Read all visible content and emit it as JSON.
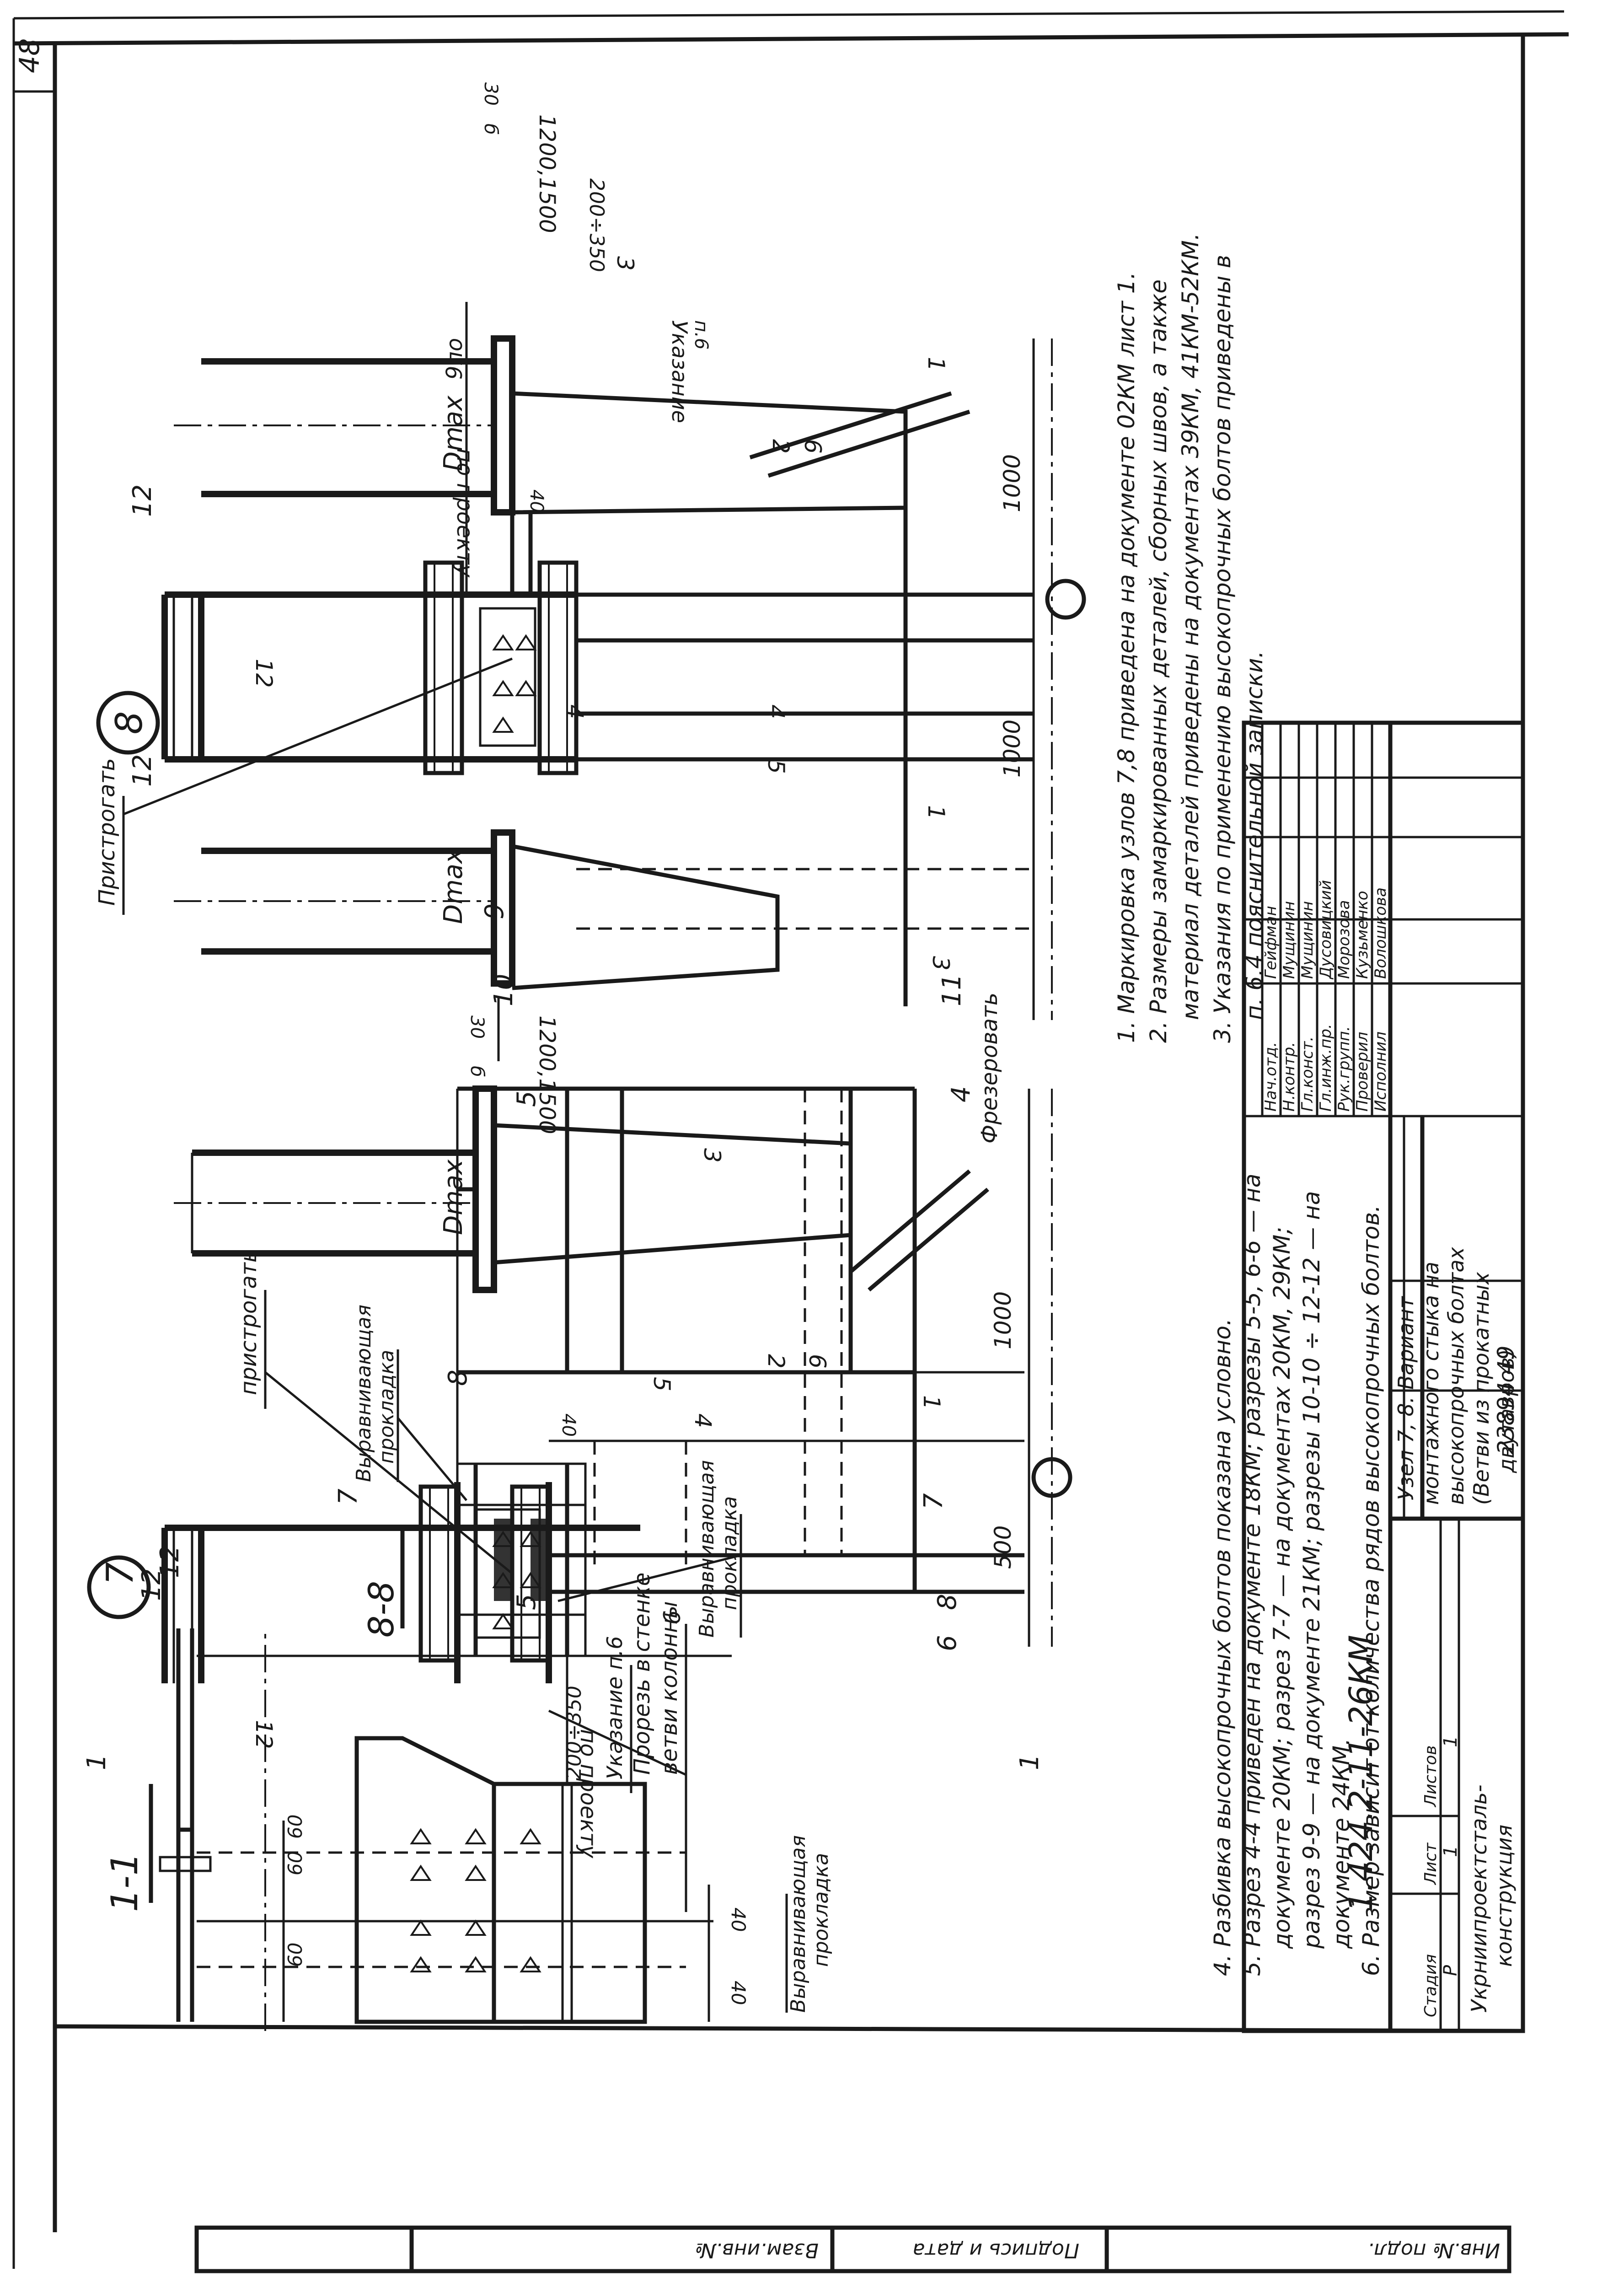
{
  "page_number": "48",
  "doc_code": "1.424.2-11-26КМ",
  "sheet_title": "Узел 7, 8. Вариант монтажного стыка на высокопрочных болтах (Ветви из прокатных двутавров)",
  "title_lines": [
    "Узел 7, 8. Вариант",
    "монтажного стыка на",
    "высокопрочных болтах",
    "(Ветви из прокатных",
    "двутавров)"
  ],
  "stage_header": "Стадия",
  "sheet_header": "Лист",
  "sheets_header": "Листов",
  "stage": "Р",
  "sheet": "1",
  "sheets": "1",
  "organization_lines": [
    "Укрниипроектсталь-",
    "конструкция"
  ],
  "archive_no": "23894  49",
  "signatures": [
    {
      "role": "Нач.отд.",
      "name": "Гейфман"
    },
    {
      "role": "Н.контр.",
      "name": "Мущинин"
    },
    {
      "role": "Гл.конст.",
      "name": "Мущинин"
    },
    {
      "role": "Гл.инж.пр.",
      "name": "Дусовицкий"
    },
    {
      "role": "Рук.групп.",
      "name": "Морозова"
    },
    {
      "role": "Проверил",
      "name": "Кузьменко"
    },
    {
      "role": "Исполнил",
      "name": "Волошкова"
    }
  ],
  "side_stamp": [
    "Инв.№ подл.",
    "Подпись и дата",
    "Взам.инв.№"
  ],
  "notes_right": [
    "1. Маркировка узлов 7,8 приведена на документе 02КМ лист 1.",
    "2. Размеры замаркированных деталей, сборных швов, а также",
    "материал деталей приведены на документах 39КМ, 41КМ-52КМ.",
    "3. Указания по применению высокопрочных болтов приведены в",
    "п. 6.4 пояснительной записки."
  ],
  "notes_left": [
    "4. Разбивка высокопрочных болтов показана условно.",
    "5. Разрез 4-4 приведен на документе 18КМ; разрезы 5-5, 6-6 — на",
    "документе 20КМ; разрез 7-7 — на документах 20КМ, 29КМ;",
    "разрез 9-9 — на документе 21КМ; разрезы 10-10 ÷ 12-12 — на",
    "документе 24КМ.",
    "6. Размер зависит от количества рядов высокопрочных болтов."
  ],
  "node7": {
    "circle": "7",
    "plane": "пристрогать",
    "mill": "Фрезеровать",
    "dmax": "Dmax",
    "dim_1000": "1000",
    "dim_500": "500",
    "dim_1200": "1200,1500",
    "dim_30": "30",
    "dim_200": "200÷350",
    "dim_40": "40",
    "by_project": "по проекту",
    "ref": "Указание п.6",
    "b": "б",
    "t": "t"
  },
  "node8": {
    "circle": "8",
    "plane": "Пристрогать",
    "dmax": "Dmax",
    "dmax2": "Dmax",
    "g": "9по",
    "dim_1000a": "1000",
    "dim_1000b": "1000",
    "dim_1200": "1200,1500",
    "dim_30": "30",
    "dim_200": "200÷350",
    "dim_40": "40",
    "by_project": "по проекту",
    "ref": "Указание",
    "ref2": "п.6",
    "b": "б"
  },
  "section_11": {
    "title": "1-1",
    "d60a": "60",
    "d60b": "60",
    "d60c": "60",
    "d40a": "40",
    "d40b": "40",
    "cut_label_1": "Прорезь в стенке",
    "cut_label_2": "ветви колонны"
  },
  "section_88": {
    "title": "8-8",
    "shim_1": "Выравнивающая",
    "shim_2": "прокладка"
  },
  "shim_top_1": "Выравнивающая",
  "shim_top_2": "прокладка",
  "shim_bot_1": "Выравнивающая",
  "shim_bot_2": "прокладка",
  "cut_marks": [
    "1",
    "1",
    "12",
    "12",
    "8",
    "8",
    "5",
    "5",
    "4",
    "6",
    "7",
    "7",
    "12",
    "12",
    "10",
    "11",
    "9"
  ],
  "part_marks": [
    "1",
    "2",
    "3",
    "4",
    "5",
    "6",
    "9",
    "12"
  ]
}
